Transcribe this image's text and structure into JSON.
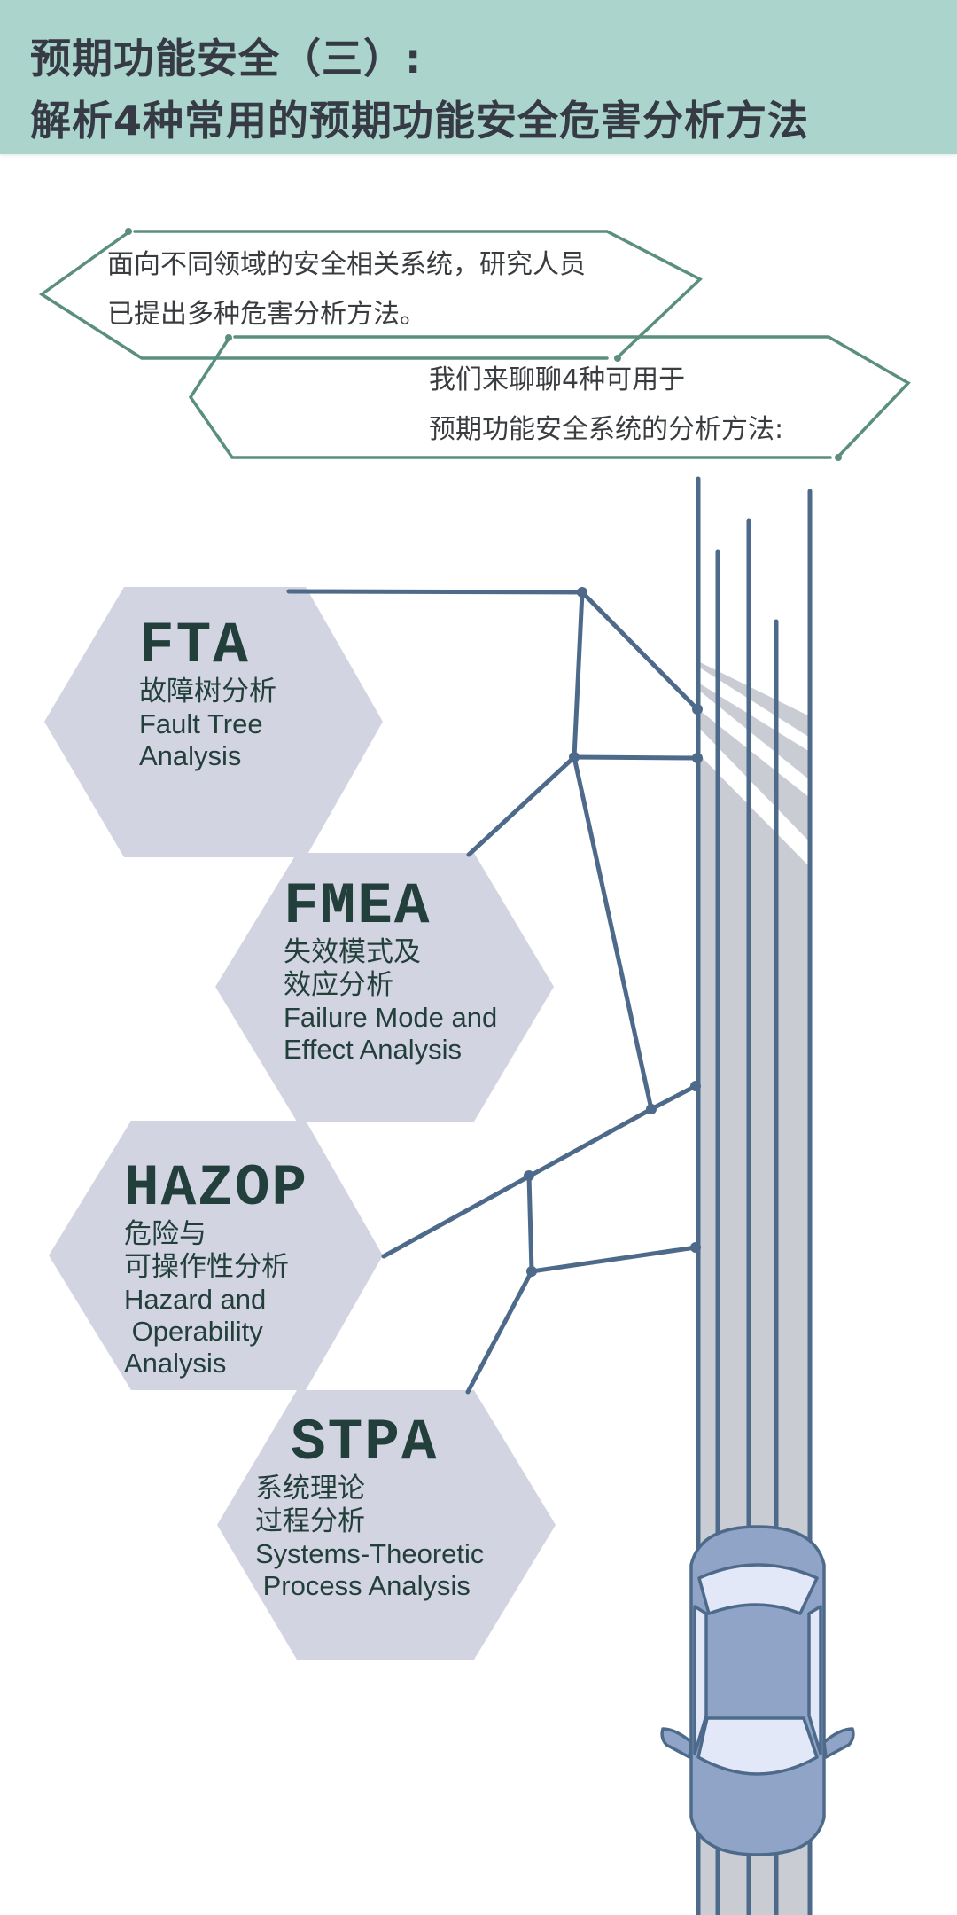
{
  "header": {
    "title_line1": "预期功能安全（三）:",
    "title_line2": "解析4种常用的预期功能安全危害分析方法",
    "background": "#abd4cc"
  },
  "bubbles": [
    {
      "line1": "面向不同领域的安全相关系统，研究人员",
      "line2": "已提出多种危害分析方法。"
    },
    {
      "line1": "我们来聊聊4种可用于",
      "line2": "预期功能安全系统的分析方法:"
    }
  ],
  "methods": [
    {
      "abbr": "FTA",
      "cn": [
        "故障树分析"
      ],
      "en": [
        "Fault Tree",
        "Analysis"
      ]
    },
    {
      "abbr": "FMEA",
      "cn": [
        "失效模式及",
        "效应分析"
      ],
      "en": [
        "Failure Mode and",
        "Effect Analysis"
      ]
    },
    {
      "abbr": "HAZOP",
      "cn": [
        "危险与",
        "可操作性分析"
      ],
      "en": [
        "Hazard and",
        " Operability",
        "Analysis"
      ]
    },
    {
      "abbr": "STPA",
      "cn": [
        "系统理论",
        "过程分析"
      ],
      "en": [
        "Systems-Theoretic",
        " Process Analysis"
      ]
    }
  ],
  "colors": {
    "hexagon": "#d3d4e1",
    "line": "#4e6a8a",
    "bubble_outline": "#5a8f80",
    "road": "#c9cdd3",
    "car_body": "#8fa4c6",
    "car_glass": "#e2e8f8"
  }
}
